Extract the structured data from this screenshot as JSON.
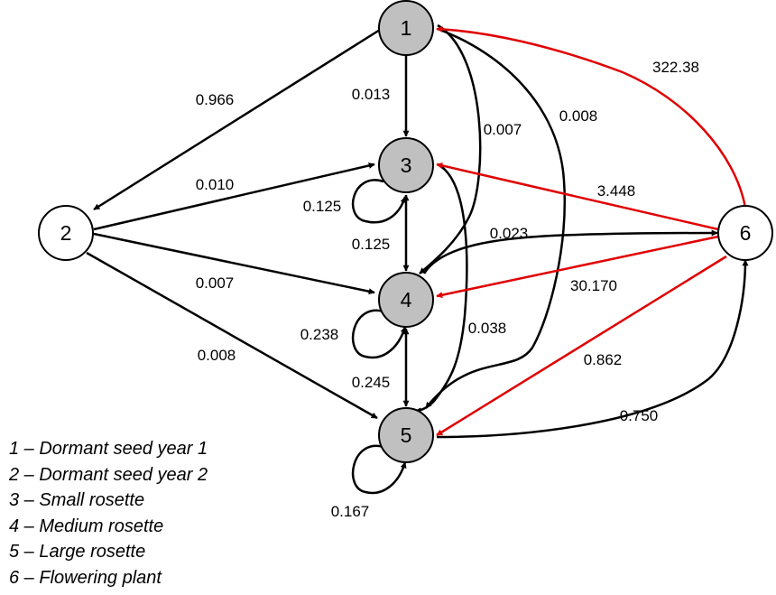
{
  "colors": {
    "node_fill_gray": "#c0c0c0",
    "node_fill_white": "#ffffff",
    "edge_black": "#000000",
    "edge_red": "#e00000"
  },
  "nodes": [
    {
      "id": "1",
      "label": "1",
      "fill": "gray"
    },
    {
      "id": "2",
      "label": "2",
      "fill": "white"
    },
    {
      "id": "3",
      "label": "3",
      "fill": "gray"
    },
    {
      "id": "4",
      "label": "4",
      "fill": "gray"
    },
    {
      "id": "5",
      "label": "5",
      "fill": "gray"
    },
    {
      "id": "6",
      "label": "6",
      "fill": "white"
    }
  ],
  "edges": [
    {
      "id": "e-1-2",
      "from": "1",
      "to": "2",
      "value": "0.966",
      "color": "black"
    },
    {
      "id": "e-1-3",
      "from": "1",
      "to": "3",
      "value": "0.013",
      "color": "black"
    },
    {
      "id": "e-1-4",
      "from": "1",
      "to": "4",
      "value": "0.007",
      "color": "black"
    },
    {
      "id": "e-1-5",
      "from": "1",
      "to": "5",
      "value": "0.008",
      "color": "black"
    },
    {
      "id": "e-2-3",
      "from": "2",
      "to": "3",
      "value": "0.010",
      "color": "black"
    },
    {
      "id": "e-2-4",
      "from": "2",
      "to": "4",
      "value": "0.007",
      "color": "black"
    },
    {
      "id": "e-2-5",
      "from": "2",
      "to": "5",
      "value": "0.008",
      "color": "black"
    },
    {
      "id": "e-3-3",
      "from": "3",
      "to": "3",
      "value": "0.125",
      "color": "black"
    },
    {
      "id": "e-3-4",
      "from": "3",
      "to": "4",
      "value": "0.125",
      "color": "black"
    },
    {
      "id": "e-3-5",
      "from": "3",
      "to": "5",
      "value": "0.038",
      "color": "black"
    },
    {
      "id": "e-4-4",
      "from": "4",
      "to": "4",
      "value": "0.238",
      "color": "black"
    },
    {
      "id": "e-4-5",
      "from": "4",
      "to": "5",
      "value": "0.245",
      "color": "black"
    },
    {
      "id": "e-4-6",
      "from": "4",
      "to": "6",
      "value": "0.023",
      "color": "black"
    },
    {
      "id": "e-5-5",
      "from": "5",
      "to": "5",
      "value": "0.167",
      "color": "black"
    },
    {
      "id": "e-5-6",
      "from": "5",
      "to": "6",
      "value": "0.750",
      "color": "black"
    },
    {
      "id": "e-6-1",
      "from": "6",
      "to": "1",
      "value": "322.38",
      "color": "red"
    },
    {
      "id": "e-6-3",
      "from": "6",
      "to": "3",
      "value": "3.448",
      "color": "red"
    },
    {
      "id": "e-6-4",
      "from": "6",
      "to": "4",
      "value": "30.170",
      "color": "red"
    },
    {
      "id": "e-6-5",
      "from": "6",
      "to": "5",
      "value": "0.862",
      "color": "red"
    }
  ],
  "legend": [
    "1 – Dormant seed year 1",
    "2 – Dormant seed year 2",
    "3 – Small rosette",
    "4 – Medium rosette",
    "5 – Large rosette",
    "6 – Flowering plant"
  ]
}
